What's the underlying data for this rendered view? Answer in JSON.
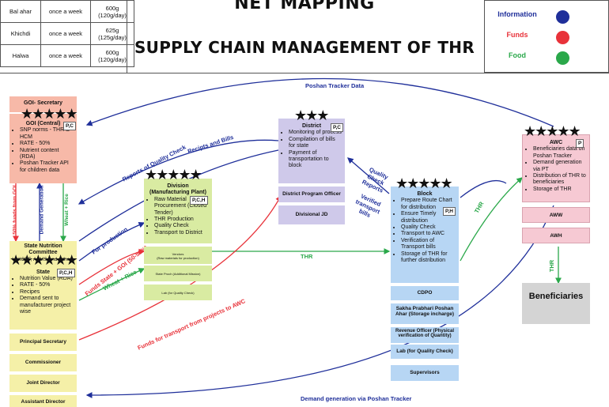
{
  "title": "NET MAPPING",
  "subtitle": "SUPPLY CHAIN MANAGEMENT OF THR",
  "meal_table": [
    {
      "item": "Bal ahar",
      "freq": "once a week",
      "qty": "600g\n(120g/day)"
    },
    {
      "item": "Khichdi",
      "freq": "once a week",
      "qty": "625g\n(125g/day)"
    },
    {
      "item": "Halwa",
      "freq": "once a week",
      "qty": "600g\n(120g/day)"
    }
  ],
  "legend": [
    {
      "label": "Information",
      "color": "#1f2f9a"
    },
    {
      "label": "Funds",
      "color": "#e8323a"
    },
    {
      "label": "Food",
      "color": "#2aa84a"
    }
  ],
  "nodes": {
    "goi_secretary": "GOI- Secretary",
    "goi_central": "GOI (Central)",
    "goi_tag": "P,C",
    "goi_items": [
      "SNP norms - THR & HCM",
      "RATE - 50%",
      "Nutrient content (RDA)",
      "Poshan Tracker API for children data"
    ],
    "snc": "State Nutrition Committee",
    "snc_sub": "UNICEF, AIIMS and Others",
    "state": "State",
    "state_tag": "P,C,H",
    "state_items": [
      "Nutrition Value (RDA)",
      "RATE - 50%",
      "Recipes",
      "Demand sent to manufacturer project wise"
    ],
    "principal_secretary": "Principal Secretary",
    "commissioner": "Commissioner",
    "joint_director": "Joint Director",
    "assistant_director": "Assistant Director",
    "division": "Division\n(Manufacturing Plant)",
    "division_tag": "P,C,H",
    "division_items": [
      "Raw Material Procurement (Closed Tender)",
      "THR Production",
      "Quality Check",
      "Transport to District"
    ],
    "division_sub1": "Vendors\n(Raw materials for production)",
    "division_sub2": "State Proch (Additional Mission)",
    "division_sub3": "Lab (for Quality Check)",
    "district": "District",
    "district_tag": "P,C",
    "district_items": [
      "Monitoring of process",
      "Compilation of bills for state",
      "Payment of transportation to block"
    ],
    "dpo": "District Program Officer",
    "djd": "Divisional JD",
    "block": "Block",
    "block_tag": "P,H",
    "block_items": [
      "Prepare Route Chart for distribution",
      "Ensure Timely distribution",
      "Quality Check",
      "Transport to AWC",
      "Verification of Transport bills",
      "Storage of THR for further distribution"
    ],
    "cdpo": "CDPO",
    "spa": "Sakha Prabhari Poshan Ahar (Storage incharge)",
    "revenue": "Revenue Officer (Physical verification of Quantity)",
    "lab": "Lab (for Quality Check)",
    "supervisors": "Supervisors",
    "awc": "AWC",
    "awc_tag": "P",
    "awc_items": [
      "Beneficiaries data on Poshan Tracker",
      "Demand generation via PT",
      "Distribution of THR to beneficiaries",
      "Storage of THR"
    ],
    "aww": "AWW",
    "awh": "AWH",
    "beneficiaries": "Beneficiaries"
  },
  "arrow_labels": {
    "poshan_tracker_data": "Poshan Tracker Data",
    "reports_quality": "Reports of Quality Check",
    "recipts_bills": "Recipts and Bills",
    "funds_goi": "50% funds from GOI",
    "demand_generation": "Demand Generation",
    "wheat_rice1": "Wheat + Rice",
    "for_production": "For production",
    "funds_state": "Funds State + GOI (50-50%)",
    "wheat_rice2": "Wheat + Rice",
    "thr1": "THR",
    "quality_check_reports": "Quality Check Reports",
    "verified_bills": "Verified transport bills",
    "thr2": "THR",
    "thr3": "THR",
    "funds_transport": "Funds for transport from projects to AWC",
    "demand_poshan": "Demand generation via Poshan Tracker"
  },
  "stars": "★★★★★",
  "stars3": "★★★",
  "stars_state": "★★★★★★"
}
